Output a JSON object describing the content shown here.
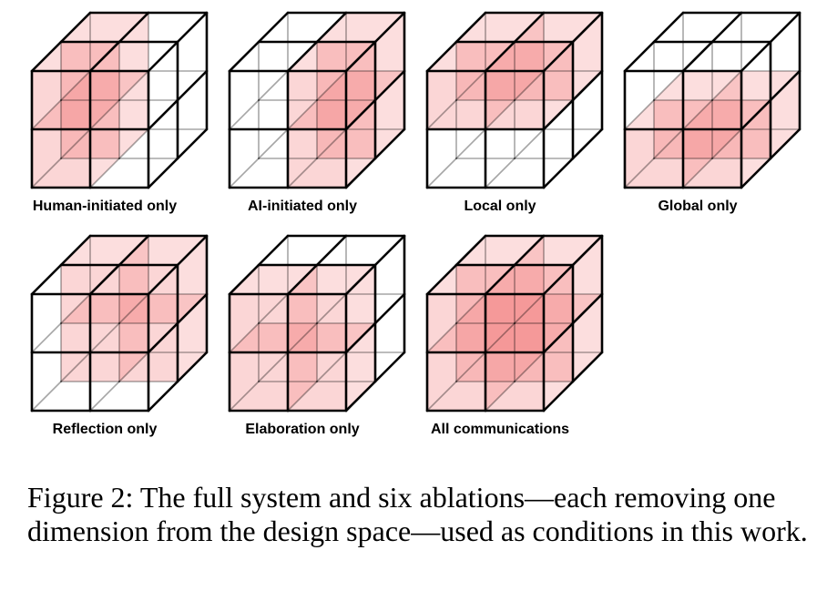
{
  "figure": {
    "shade_color": "#f26b6b",
    "cubes": [
      {
        "label": "Human-initiated only",
        "active": {
          "i": [
            0
          ],
          "j": [
            0,
            1
          ],
          "k": [
            0,
            1
          ]
        }
      },
      {
        "label": "AI-initiated only",
        "active": {
          "i": [
            1
          ],
          "j": [
            0,
            1
          ],
          "k": [
            0,
            1
          ]
        }
      },
      {
        "label": "Local only",
        "active": {
          "i": [
            0,
            1
          ],
          "j": [
            0
          ],
          "k": [
            0,
            1
          ]
        }
      },
      {
        "label": "Global only",
        "active": {
          "i": [
            0,
            1
          ],
          "j": [
            1
          ],
          "k": [
            0,
            1
          ]
        }
      },
      {
        "label": "Reflection only",
        "active": {
          "i": [
            0,
            1
          ],
          "j": [
            0,
            1
          ],
          "k": [
            1
          ]
        }
      },
      {
        "label": "Elaboration only",
        "active": {
          "i": [
            0,
            1
          ],
          "j": [
            0,
            1
          ],
          "k": [
            0
          ]
        }
      },
      {
        "label": "All communications",
        "active": {
          "i": [
            0,
            1
          ],
          "j": [
            0,
            1
          ],
          "k": [
            0,
            1
          ]
        }
      }
    ]
  },
  "caption": "Figure 2: The full system and six ablations—each removing one dimension from the design space—used as conditions in this work."
}
